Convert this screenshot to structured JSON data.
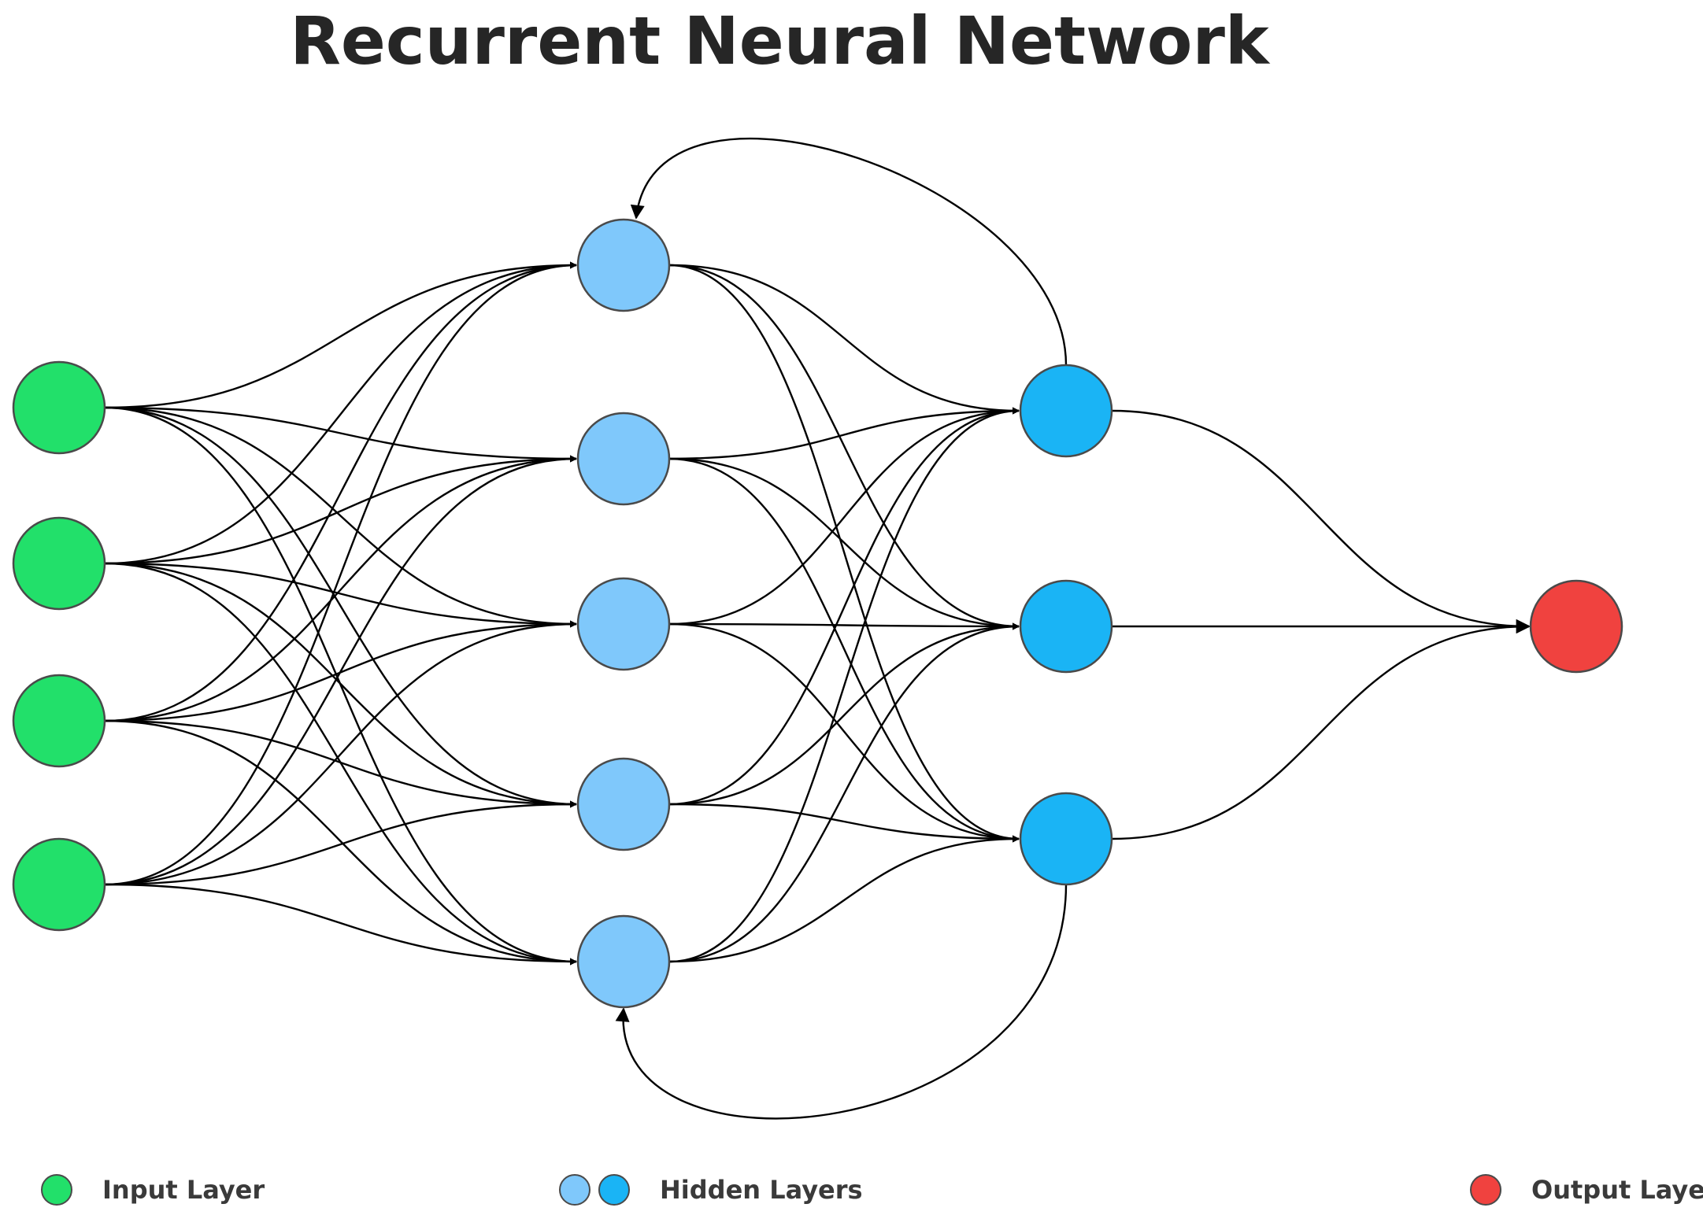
{
  "title": "Recurrent Neural Network",
  "colors": {
    "input": "#22e06a",
    "hidden1": "#7fc8fb",
    "hidden2": "#1ab4f5",
    "output": "#f0423f",
    "node_stroke": "#4a4a4a",
    "edge": "#000000"
  },
  "layers": [
    {
      "name": "input",
      "nodes": 4,
      "color_key": "input"
    },
    {
      "name": "hidden1",
      "nodes": 5,
      "color_key": "hidden1"
    },
    {
      "name": "hidden2",
      "nodes": 3,
      "color_key": "hidden2"
    },
    {
      "name": "output",
      "nodes": 1,
      "color_key": "output"
    }
  ],
  "connections": "fully-connected between consecutive layers",
  "recurrent_links": [
    {
      "from": "hidden2 node 1",
      "to": "hidden1 node 1"
    },
    {
      "from": "hidden2 node 3",
      "to": "hidden1 node 5"
    }
  ],
  "legend": {
    "input": {
      "label": "Input Layer",
      "color_keys": [
        "input"
      ]
    },
    "hidden": {
      "label": "Hidden Layers",
      "color_keys": [
        "hidden1",
        "hidden2"
      ]
    },
    "output": {
      "label": "Output Layer",
      "color_keys": [
        "output"
      ]
    }
  }
}
